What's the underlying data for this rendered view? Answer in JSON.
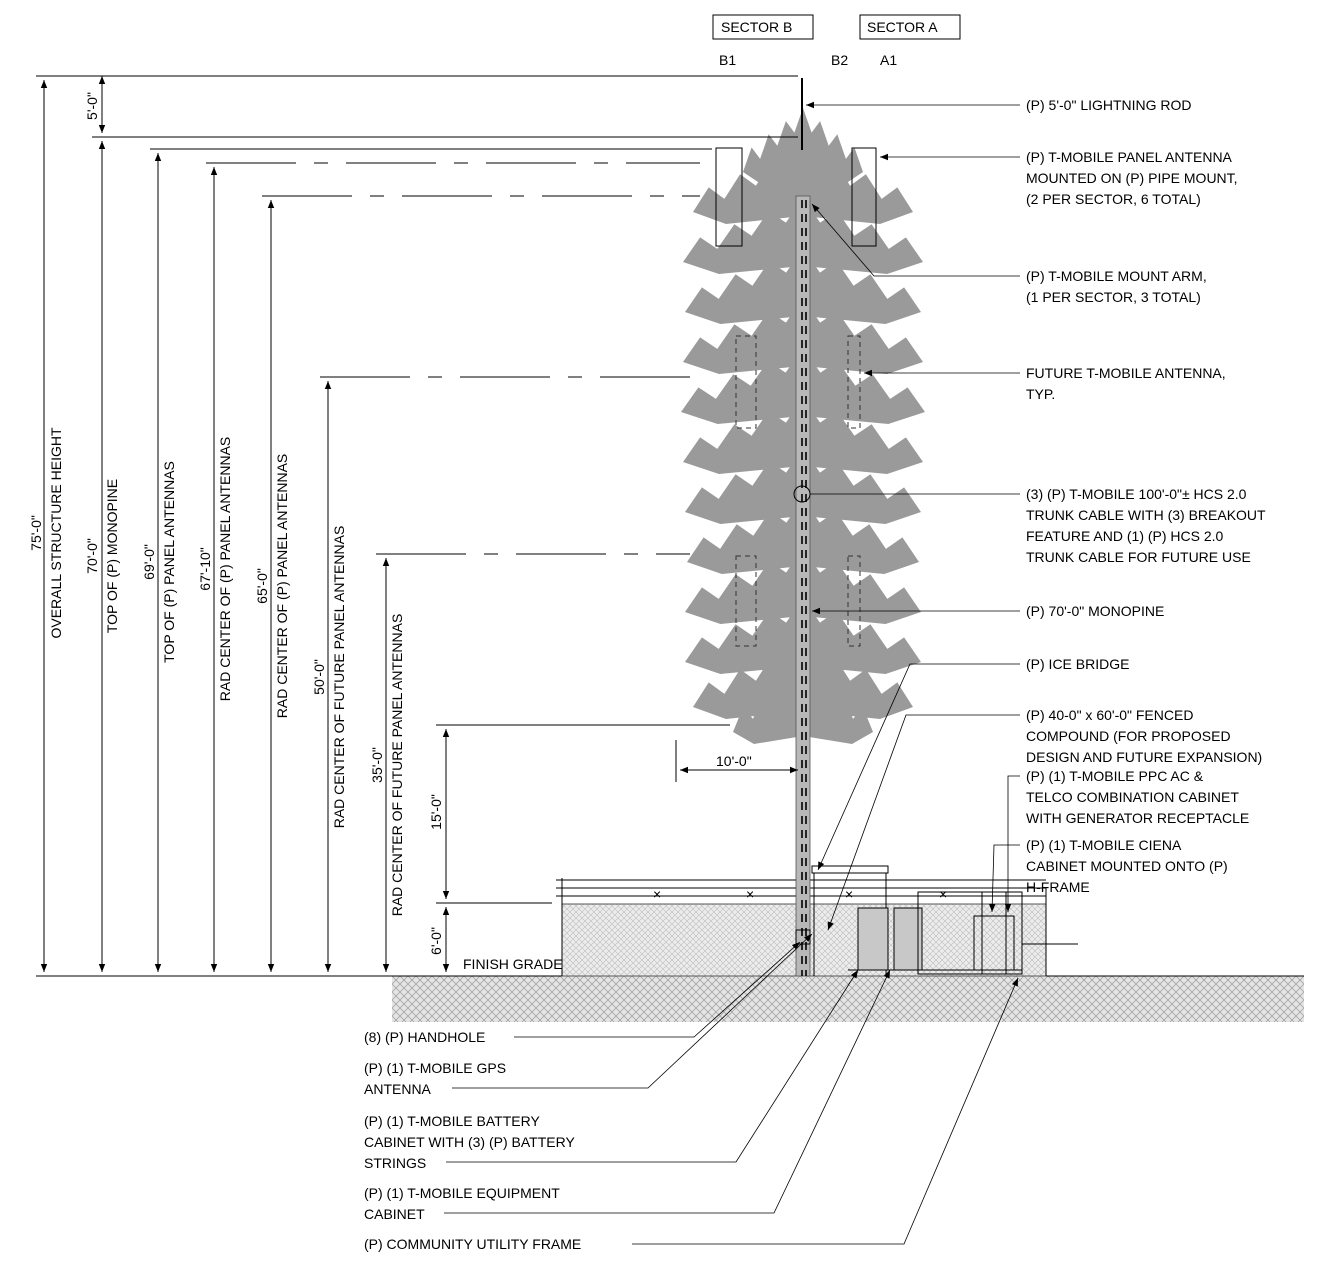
{
  "sectors": {
    "sector_b": "SECTOR B",
    "sector_a": "SECTOR A",
    "b1": "B1",
    "b2": "B2",
    "a1": "A1"
  },
  "dimensions": {
    "overall_value": "75'-0\"",
    "overall_label": "OVERALL STRUCTURE HEIGHT",
    "top_monopine_value": "70'-0\"",
    "top_monopine_label": "TOP OF (P) MONOPINE",
    "top_panel_value": "69'-0\"",
    "top_panel_label": "TOP OF (P) PANEL ANTENNAS",
    "rad1_value": "67'-10\"",
    "rad1_label": "RAD CENTER OF (P) PANEL ANTENNAS",
    "rad2_value": "65'-0\"",
    "rad2_label": "RAD CENTER OF (P) PANEL ANTENNAS",
    "future1_value": "50'-0\"",
    "future1_label": "RAD CENTER OF FUTURE PANEL ANTENNAS",
    "future2_value": "35'-0\"",
    "future2_label": "RAD CENTER OF FUTURE PANEL ANTENNAS",
    "rod_value": "5'-0\"",
    "branch_value": "15'-0\"",
    "fence_value": "6'-0\"",
    "offset_value": "10'-0\""
  },
  "ground_label": "FINISH GRADE",
  "callouts_right": {
    "lightning_rod": "(P) 5'-0\" LIGHTNING ROD",
    "panel_antenna": [
      "(P) T-MOBILE PANEL ANTENNA",
      "MOUNTED ON (P) PIPE MOUNT,",
      "(2 PER SECTOR, 6 TOTAL)"
    ],
    "mount_arm": [
      "(P) T-MOBILE MOUNT ARM,",
      "(1 PER SECTOR, 3 TOTAL)"
    ],
    "future_antenna": [
      "FUTURE T-MOBILE ANTENNA,",
      "TYP."
    ],
    "trunk_cable": [
      "(3) (P) T-MOBILE 100'-0\"± HCS 2.0",
      "TRUNK CABLE WITH (3) BREAKOUT",
      "FEATURE AND (1) (P) HCS 2.0",
      "TRUNK CABLE FOR FUTURE USE"
    ],
    "monopine": "(P) 70'-0\" MONOPINE",
    "ice_bridge": "(P) ICE BRIDGE",
    "compound": [
      "(P) 40-0\" x 60'-0\" FENCED",
      "COMPOUND (FOR PROPOSED",
      "DESIGN AND FUTURE EXPANSION)"
    ],
    "ppc_cabinet": [
      "(P) (1) T-MOBILE PPC AC &",
      "TELCO COMBINATION CABINET",
      "WITH GENERATOR RECEPTACLE"
    ],
    "ciena_cabinet": [
      "(P) (1) T-MOBILE CIENA",
      "CABINET MOUNTED ONTO (P)",
      "H-FRAME"
    ]
  },
  "callouts_bottom": {
    "handhole": "(8) (P) HANDHOLE",
    "gps": [
      "(P) (1) T-MOBILE GPS",
      "ANTENNA"
    ],
    "battery": [
      "(P) (1) T-MOBILE BATTERY",
      "CABINET WITH (3) (P) BATTERY",
      "STRINGS"
    ],
    "equipment": [
      "(P) (1) T-MOBILE EQUIPMENT",
      "CABINET"
    ],
    "utility_frame": "(P) COMMUNITY UTILITY FRAME"
  }
}
